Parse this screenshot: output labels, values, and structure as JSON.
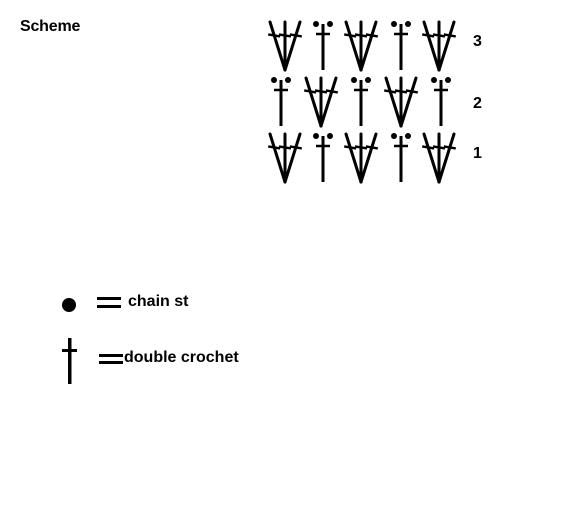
{
  "title": "Scheme",
  "rows": [
    {
      "number": "3",
      "pattern": "A"
    },
    {
      "number": "2",
      "pattern": "B"
    },
    {
      "number": "1",
      "pattern": "A"
    }
  ],
  "legend": [
    {
      "symbol": "chain-stitch-dot",
      "equals": "=",
      "label": "chain st"
    },
    {
      "symbol": "double-crochet-cross",
      "equals": "=",
      "label": "double crochet"
    }
  ]
}
